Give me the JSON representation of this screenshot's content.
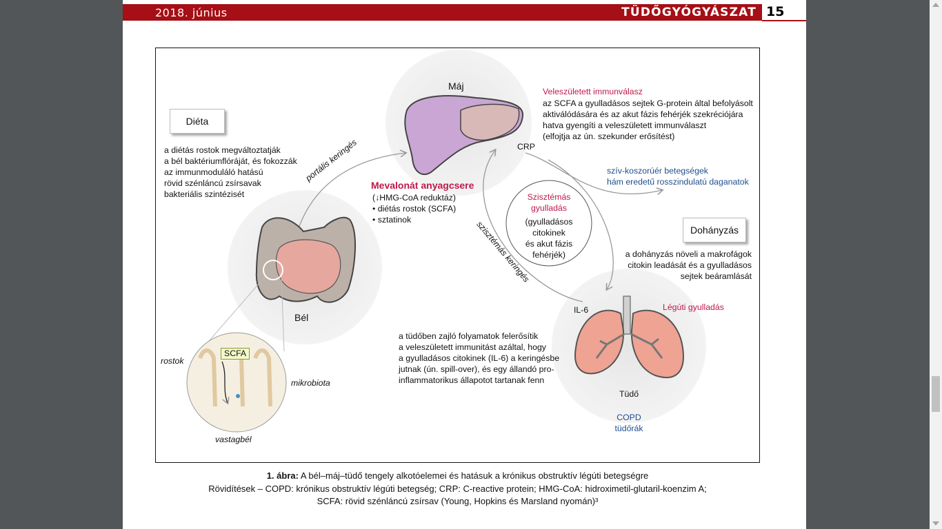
{
  "header": {
    "date": "2018. június",
    "section": "TÜDŐGYÓGYÁSZAT",
    "page_number": "15",
    "accent_color": "#a50f15"
  },
  "figure": {
    "diet_box": "Diéta",
    "diet_text": [
      "a diétás rostok megváltoztatják",
      "a bél baktériumflóráját, és fokozzák",
      "az immunmoduláló hatású",
      "rövid szénláncú zsírsavak",
      "bakteriális szintézisét"
    ],
    "portal_label": "portális keringés",
    "gut_label": "Bél",
    "liver_label": "Máj",
    "mevalonate_title": "Mevalonát anyagcsere",
    "mevalonate_lines": [
      "(↓HMG-CoA reduktáz)",
      "• diétás rostok (SCFA)",
      "• sztatinok"
    ],
    "innate_title": "Veleszületett immunválasz",
    "innate_text": [
      "az SCFA a gyulladásos sejtek G-protein által befolyásolt",
      "aktiválódására és az akut fázis fehérjék szekréciójára",
      "hatva gyengíti a veleszületett immunválaszt",
      "(elfojtja az ún. szekunder erősítést)"
    ],
    "crp_label": "CRP",
    "cardio_text": [
      "szív-koszorúér betegségek",
      "hám eredetű rosszindulatú daganatok"
    ],
    "systemic_title": [
      "Szisztémás",
      "gyulladás"
    ],
    "systemic_text": [
      "(gyulladásos",
      "citokinek",
      "és akut fázis",
      "fehérjék)"
    ],
    "systemic_circ_label": "szisztémás keringés",
    "smoking_box": "Dohányzás",
    "smoking_text": [
      "a dohányzás növeli a makrofágok",
      "citokin leadását és a gyulladásos",
      "sejtek beáramlását"
    ],
    "il6_label": "IL-6",
    "airway_label": "Légúti gyulladás",
    "lung_process_text": [
      "a tüdőben zajló folyamatok felerősítik",
      "a veleszületett immunitást azáltal, hogy",
      "a gyulladásos citokinek (IL-6) a keringésbe",
      "jutnak (ún. spill-over), és egy állandó pro-",
      "inflammatorikus állapotot tartanak fenn"
    ],
    "lung_label": "Tüdő",
    "copd_labels": [
      "COPD",
      "tüdőrák"
    ],
    "rostok_label": "rostok",
    "scfa_label": "SCFA",
    "mikrobiota_label": "mikrobiota",
    "vastagbel_label": "vastagbél"
  },
  "caption": {
    "number": "1. ábra:",
    "title": "A bél–máj–tüdő tengely alkotóelemei és hatásuk a krónikus obstruktív légúti betegségre",
    "abbrev_label": "Rövidítések –",
    "abbrev_line1": "COPD: krónikus obstruktív légúti betegség; CRP: C-reactive protein; HMG-CoA: hidroximetil-glutaril-koenzim A;",
    "abbrev_line2": "SCFA: rövid szénláncú zsírsav  (Young, Hopkins és Marsland nyomán)³"
  }
}
